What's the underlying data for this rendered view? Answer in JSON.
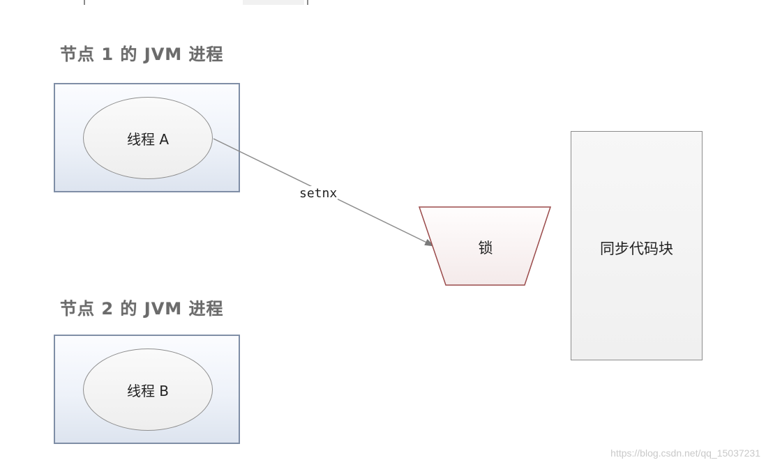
{
  "node1": {
    "title": "节点 1 的 JVM 进程",
    "thread_label": "线程 A"
  },
  "node2": {
    "title": "节点 2 的 JVM 进程",
    "thread_label": "线程 B"
  },
  "edge": {
    "label": "setnx",
    "from": "线程 A",
    "to": "锁"
  },
  "lock": {
    "label": "锁"
  },
  "sync_block": {
    "label": "同步代码块"
  },
  "watermark": "https://blog.csdn.net/qq_15037231",
  "colors": {
    "jvm_box_border": "#7f8ea6",
    "lock_border": "#9a4a4a",
    "arrow": "#8c8c8c"
  }
}
